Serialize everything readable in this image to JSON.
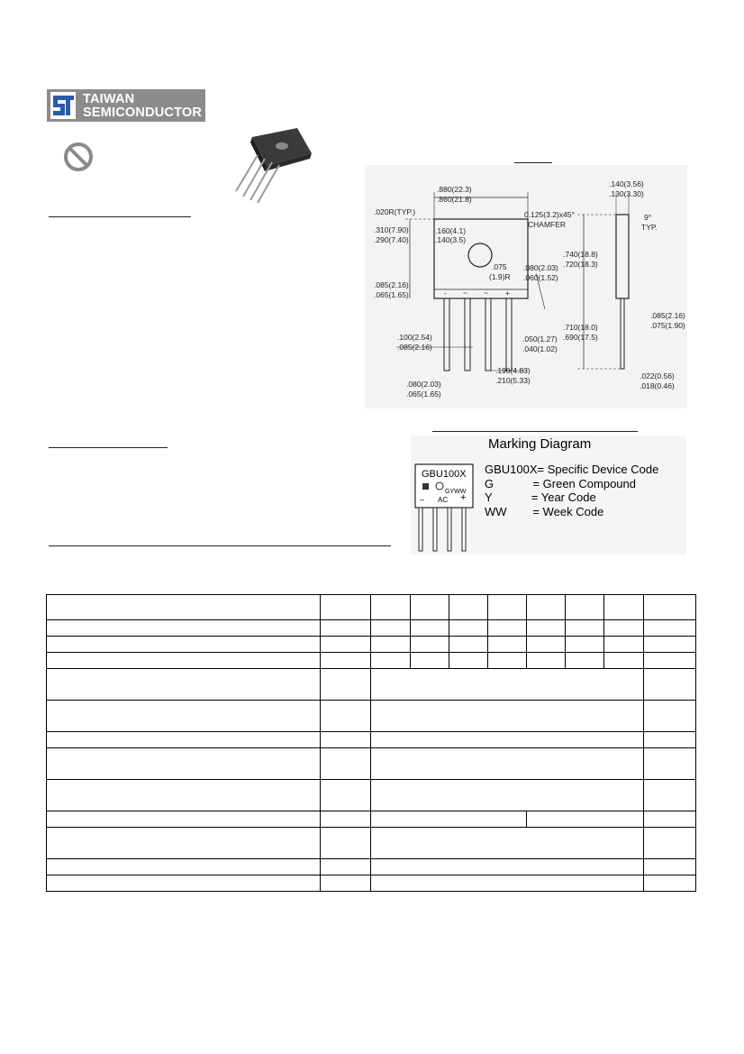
{
  "logo": {
    "line1": "TAIWAN",
    "line2": "SEMICONDUCTOR",
    "brand_color": "#8c8c8c"
  },
  "icons": [
    "no-pb-icon"
  ],
  "dimension_drawing": {
    "width_top": ".880(22.3)",
    "width_bottom": ".860(21.8)",
    "corner_radius": ".020R(TYP.)",
    "chamfer_line1": "0.125(3.2)x45°",
    "chamfer_line2": "CHAMFER",
    "height_top": ".310(7.90)",
    "height_bottom": ".290(7.40)",
    "hole_top": ".160(4.1)",
    "hole_bottom": ".140(3.5)",
    "hole_dia_line1": ".075",
    "hole_dia_line2": "(1.9)R",
    "notch_top": ".080(2.03)",
    "notch_bottom": ".060(1.52)",
    "base_top": ".085(2.16)",
    "base_bottom": ".065(1.65)",
    "pin_labels": [
      "-",
      "~",
      "~",
      "+"
    ],
    "pin_pitch_top": ".100(2.54)",
    "pin_pitch_bottom": ".085(2.16)",
    "pin_w_top": ".050(1.27)",
    "pin_w_bottom": ".040(1.02)",
    "span_top": ".190(4.83)",
    "span_bottom": ".210(5.33)",
    "lead_top": ".080(2.03)",
    "lead_bottom": ".065(1.65)",
    "thick_top": ".140(3.56)",
    "thick_bottom": ".130(3.30)",
    "angle_line1": "9°",
    "angle_line2": "TYP.",
    "body_h_top": ".740(18.8)",
    "body_h_bottom": ".720(18.3)",
    "lead_w_top": ".085(2.16)",
    "lead_w_bottom": ".075(1.90)",
    "lead_len_top": ".710(18.0)",
    "lead_len_bottom": ".690(17.5)",
    "lead_t_top": ".022(0.56)",
    "lead_t_bottom": ".018(0.46)"
  },
  "marking_diagram": {
    "title": "Marking Diagram",
    "part_label": "GBU100X",
    "sub_label": "GYWW",
    "ac_label": "AC",
    "minus": "–",
    "plus": "+",
    "codes": [
      "GBU100X= Specific Device Code",
      "G            = Green Compound",
      "Y            = Year Code",
      "WW        = Week Code"
    ]
  }
}
